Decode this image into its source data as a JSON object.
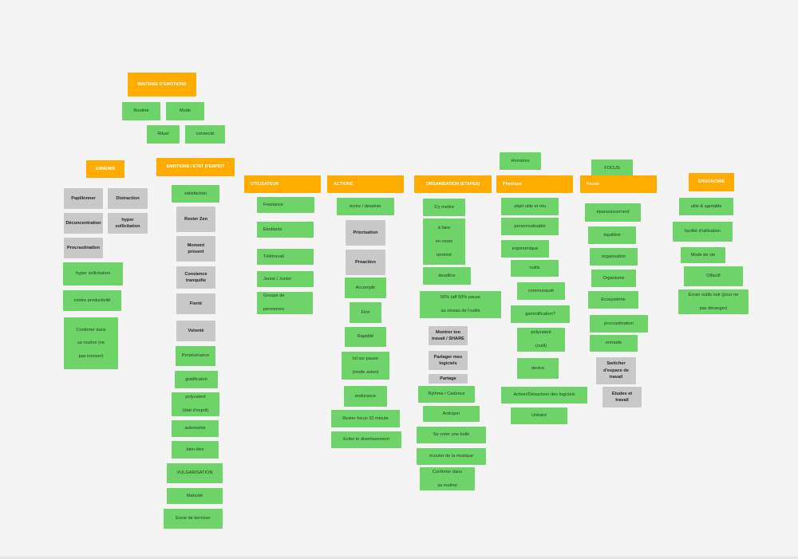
{
  "colors": {
    "background": "#f4f4f4",
    "green": "#6ed46a",
    "gray": "#c8c8c8",
    "orange": "#ffab00"
  },
  "notes": {
    "maitrise": "MAITRISE D'EMOTIONS",
    "routine": "Routine",
    "mode": "Mode",
    "rituel": "Rituel",
    "connecte": "connecté",
    "ennemis": "ENNEMIS",
    "papillonner": "Papillonner",
    "distraction": "Distraction",
    "deconcentration": "Déconcentration",
    "hyper_solicitation_gray": "hyper\nsollicitation",
    "procrastination": "Procrastination",
    "hyper_sollicitation": "hyper sollicitation",
    "contre_productivite": "contre productivité",
    "conforter_routine": "Conforter dans\n\nsa routine (ne\n\npas innover)",
    "emotions_etat": "EMOTIONS / ETAT D'ESPRIT",
    "satisfaction": "satisfaction",
    "rester_zen": "Rester Zen",
    "moment_present": "Moment\nprésent",
    "consience": "Consience\ntranquille",
    "fierte": "Fierté",
    "volonte": "Volonté",
    "perseverance": "Persévérance",
    "gratification": "gratificaton",
    "polyvalent_etat": "polyvalent\n\n(état d'esprit)",
    "autonomie": "autonomie",
    "bien_etre": "bien-être",
    "vulgarisation": "VULGARISATION",
    "maturite": "Maturité",
    "envie_terminer": "Envie de terminer",
    "utilisateur": "UTILISATEUR",
    "freelance": "Freelance",
    "etudiants": "Etudiants",
    "teletravail": "Télétravail",
    "jeune_junior": "Jeune / Junior",
    "groupe_personnes": "Groupe de\n\npersonnes",
    "actions": "ACTIONS",
    "ecrire_dessiner": "écrire / dessiner",
    "priorisation": "Priorisation",
    "proaction": "Proaction",
    "accomplir": "Accomplir",
    "finir": "Finir",
    "rapidite": "Rapidité",
    "lol_pause": "lol sur pause\n\n(mode avion)",
    "endurance": "endurance",
    "rester_focus": "Rester focus 10 minute",
    "eviter_divertissement": "Eviter le divertissement",
    "organisation": "ORGANISATION (ETAPES)",
    "sy_mettre": "S'y mettre",
    "a_faire": "à faire\n\nen cours\n\nterminé",
    "deadline": "deadline",
    "cinquante": "50% taff 50% pause\n\nau niveau de l'outils",
    "montrer_travail": "Montrer ton\ntravail / SHARE",
    "partager_logiciels": "Partager mes\nlogiciels",
    "partage": "Partage",
    "rythme_cadence": "Rythme / Cadence",
    "anticiper": "Anticiper",
    "se_creer_bulle": "Se créer une bulle",
    "ecouter_musique": "écouter de la musique",
    "conforter_routine2": "Conforter dans\n\nsa routine",
    "horraires": "Horraires",
    "physique": "Physique",
    "objet_utile": "objet utile et réu",
    "personnalisable": "personnalisable",
    "ergonomique": "ergonomique",
    "outils": "outils",
    "communaute": "communauté",
    "gammification": "gammification?",
    "polyvalent_outil": "polyvalent\n\n(outil)",
    "device": "device",
    "activer_desactiver": "Activer/Désactiver des logiciels",
    "unitaire": "Unitaire",
    "focus_top": "FOCUS",
    "focus": "Focus",
    "epanouissement": "épanouissement",
    "equilibre": "équilibre",
    "organisation_focus": "organisation",
    "organisme": "Organisme",
    "ecosysteme": "Ecosystème",
    "procrastination_focus": "procrastination",
    "entraide": "entraide",
    "switcher": "Switcher\nd'espace de\ntravail",
    "etudes_travail": "Etudes et\ntravail",
    "ergonomie": "ERGONOMIE",
    "utile_agreable": "utile & agréable",
    "facilite": "facilité d'utilisation",
    "mode_vie": "Mode de vie",
    "olfactif": "Olfactif",
    "ecran_outils": "Ecran outils noir (pour ne\n\npas déranger)"
  }
}
